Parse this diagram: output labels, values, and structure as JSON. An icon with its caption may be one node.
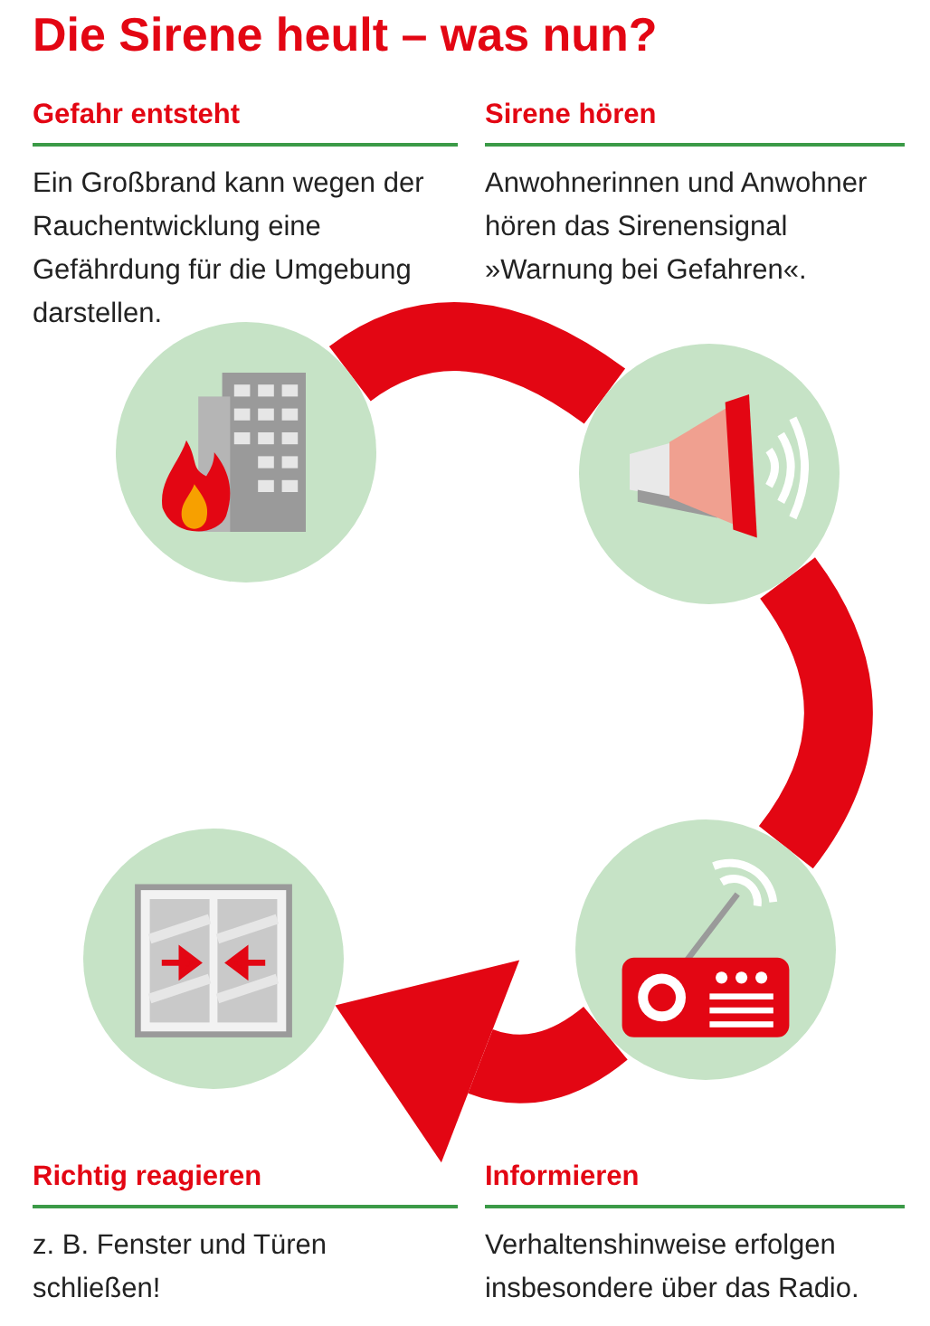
{
  "diagram": {
    "title": "Die Sirene heult – was nun?",
    "nodes": [
      {
        "text": [
          "Gefahr entsteht",
          "Ein Großbrand kann wegen der Rauchentwicklung eine Gefährdung für die Umgebung darstellen."
        ]
      },
      {
        "text": [
          "Sirene hören",
          "Anwohnerinnen und Anwohner hören das Sirenensignal »Warnung bei Gefahren«."
        ]
      },
      {
        "text": [
          "Richtig reagieren",
          "z. B. Fenster und Türen schließen!"
        ]
      },
      {
        "text": [
          "Informieren",
          "Verhaltenshinweise erfolgen insbesondere über das Radio."
        ]
      }
    ],
    "edges": [
      {
        "from": 0,
        "to": 1,
        "arrow": "none"
      },
      {
        "from": 1,
        "to": 3,
        "arrow": "none"
      },
      {
        "from": 3,
        "to": 2,
        "arrow": "to"
      }
    ]
  }
}
